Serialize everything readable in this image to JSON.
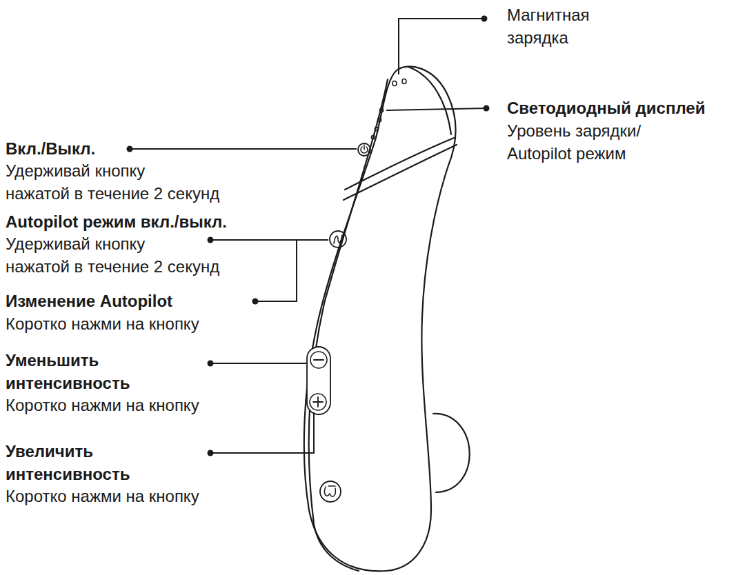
{
  "diagram": {
    "labels": [
      "Магнитная зарядка",
      "Светодиодный дисплей",
      "Уровень зарядки/ Autopilot режим",
      "Вкл./Выкл.",
      "Удерживай кнопку нажатой в течение 2 секунд",
      "Autopilot режим вкл./выкл.",
      "Удерживай кнопку нажатой в течение 2 секунд",
      "Изменение Autopilot",
      "Коротко нажми на кнопку",
      "Уменьшить интенсивность",
      "Коротко нажми на кнопку",
      "Увеличить интенсивность",
      "Коротко нажми на кнопку"
    ]
  }
}
